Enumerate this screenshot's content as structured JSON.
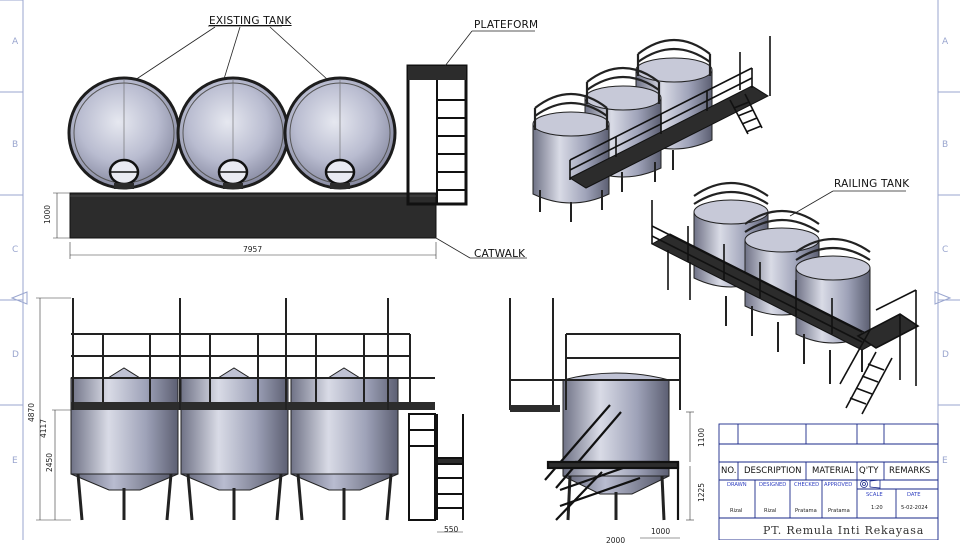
{
  "labels": {
    "existing_tank": "EXISTING TANK",
    "plateform": "PLATEFORM",
    "catwalk": "CATWALK",
    "railing_tank": "RAILING TANK"
  },
  "dimensions": {
    "width_7957": "7957",
    "height_1000": "1000",
    "height_4870": "4870",
    "height_4117": "4117",
    "height_2450": "2450",
    "width_550": "550",
    "height_1100": "1100",
    "height_1225": "1225",
    "width_1000": "1000",
    "width_cut": "2000"
  },
  "zones": {
    "left": [
      "A",
      "B",
      "C",
      "D",
      "E"
    ],
    "right": [
      "A",
      "B",
      "C",
      "D",
      "E"
    ]
  },
  "title_block": {
    "headers": [
      "NO.",
      "DESCRIPTION",
      "MATERIAL",
      "Q'TY",
      "REMARKS"
    ],
    "roles": [
      "DRAWN",
      "DESIGNED",
      "CHECKED",
      "APPROVED"
    ],
    "names": [
      "Rizal",
      "Rizal",
      "Pratama",
      "Pratama"
    ],
    "scale_label": "SCALE",
    "scale_value": "1:20",
    "date_label": "DATE",
    "date_value": "5-02-2024",
    "company": "PT. Remula Inti Rekayasa"
  },
  "colors": {
    "steel_dark": "#2c2c2c",
    "tank_light": "#d9dbe6",
    "tank_mid": "#a2a6bd",
    "frame_blue": "#9aa6cf",
    "title_blue": "#1a2a8a"
  }
}
